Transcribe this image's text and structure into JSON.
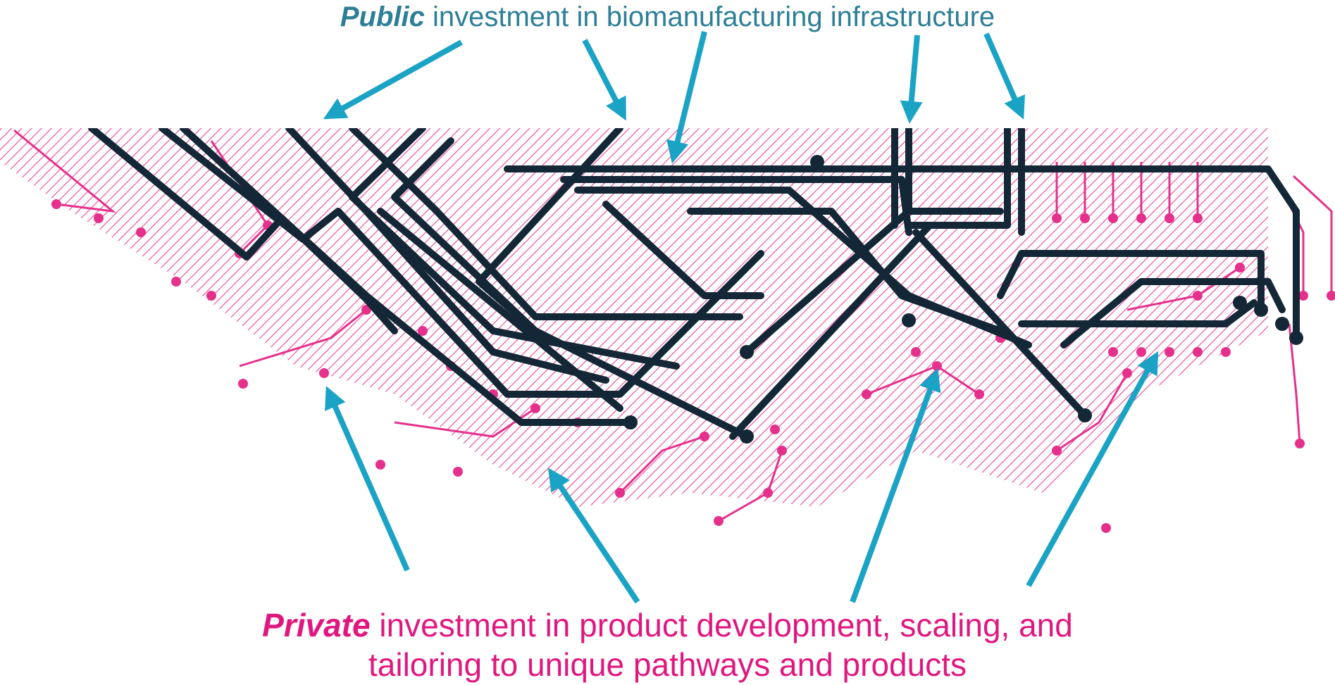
{
  "top_caption": {
    "emphasis": "Public",
    "rest": " investment in biomanufacturing infrastructure"
  },
  "bottom_caption": {
    "emphasis": "Private",
    "line1_rest": " investment in product development, scaling, and",
    "line2": "tailoring to unique pathways and products"
  },
  "colors": {
    "public": "#2e7f96",
    "private": "#e0177f",
    "arrow": "#1ba3c6",
    "backbone": "#132736",
    "circuit": "#e5308c"
  },
  "figure": {
    "icon": "circuit-board-network"
  }
}
